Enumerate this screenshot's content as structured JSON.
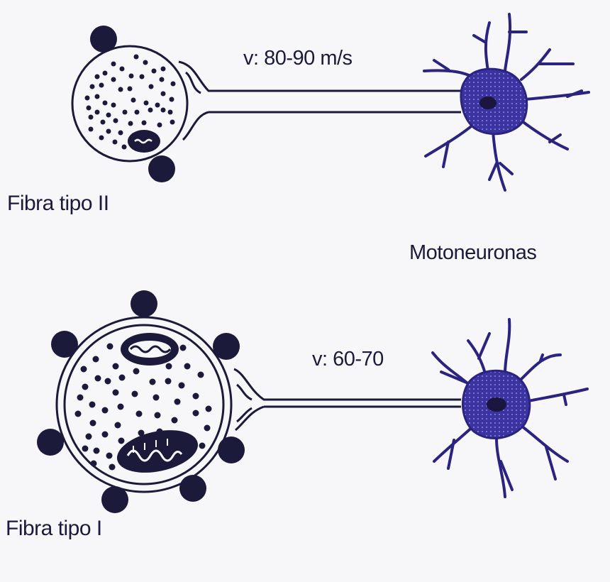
{
  "diagram": {
    "kind": "muscle-fiber-motoneuron-comparison",
    "colors": {
      "ink": "#1c1a3a",
      "neuron_fill": "#3b33a0",
      "neuron_stroke": "#2a2380",
      "background": "#f7f7f9"
    },
    "fibers": [
      {
        "id": "type-ii",
        "label": "Fibra tipo II",
        "velocity_label": "v: 80-90 m/s",
        "capillaries": 2,
        "mitochondria": 1
      },
      {
        "id": "type-i",
        "label": "Fibra tipo I",
        "velocity_label": "v: 60-70",
        "capillaries": 7,
        "mitochondria": 2
      }
    ],
    "neuron_label": "Motoneuronas"
  }
}
